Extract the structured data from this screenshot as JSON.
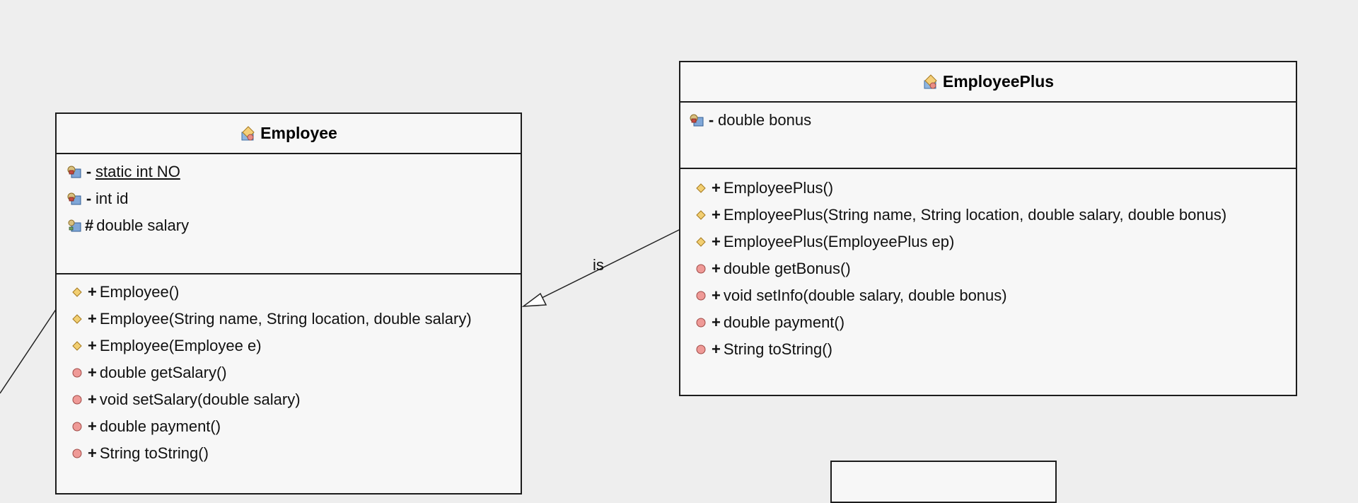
{
  "diagram": {
    "relations": [
      {
        "label": "is",
        "from": "EmployeePlus",
        "to": "Employee"
      }
    ],
    "classes": [
      {
        "name": "Employee",
        "attributes": [
          {
            "icon": "private-field-icon",
            "visibility": "-",
            "text": "static int NO",
            "underline": true
          },
          {
            "icon": "private-field-icon",
            "visibility": "-",
            "text": "int id",
            "underline": false
          },
          {
            "icon": "protected-field-icon",
            "visibility": "#",
            "text": "double salary",
            "underline": false
          }
        ],
        "methods": [
          {
            "icon": "constructor-icon",
            "visibility": "+",
            "text": "Employee()"
          },
          {
            "icon": "constructor-icon",
            "visibility": "+",
            "text": "Employee(String name, String location, double salary)"
          },
          {
            "icon": "constructor-icon",
            "visibility": "+",
            "text": "Employee(Employee e)"
          },
          {
            "icon": "method-icon",
            "visibility": "+",
            "text": "double getSalary()"
          },
          {
            "icon": "method-icon",
            "visibility": "+",
            "text": "void setSalary(double salary)"
          },
          {
            "icon": "method-icon",
            "visibility": "+",
            "text": "double payment()"
          },
          {
            "icon": "method-icon",
            "visibility": "+",
            "text": "String toString()"
          }
        ]
      },
      {
        "name": "EmployeePlus",
        "attributes": [
          {
            "icon": "private-field-icon",
            "visibility": "-",
            "text": "double bonus",
            "underline": false
          }
        ],
        "methods": [
          {
            "icon": "constructor-icon",
            "visibility": "+",
            "text": "EmployeePlus()"
          },
          {
            "icon": "constructor-icon",
            "visibility": "+",
            "text": "EmployeePlus(String name, String location, double salary, double bonus)"
          },
          {
            "icon": "constructor-icon",
            "visibility": "+",
            "text": "EmployeePlus(EmployeePlus ep)"
          },
          {
            "icon": "method-icon",
            "visibility": "+",
            "text": "double getBonus()"
          },
          {
            "icon": "method-icon",
            "visibility": "+",
            "text": "void setInfo(double salary, double bonus)"
          },
          {
            "icon": "method-icon",
            "visibility": "+",
            "text": "double payment()"
          },
          {
            "icon": "method-icon",
            "visibility": "+",
            "text": "String toString()"
          }
        ]
      }
    ]
  }
}
